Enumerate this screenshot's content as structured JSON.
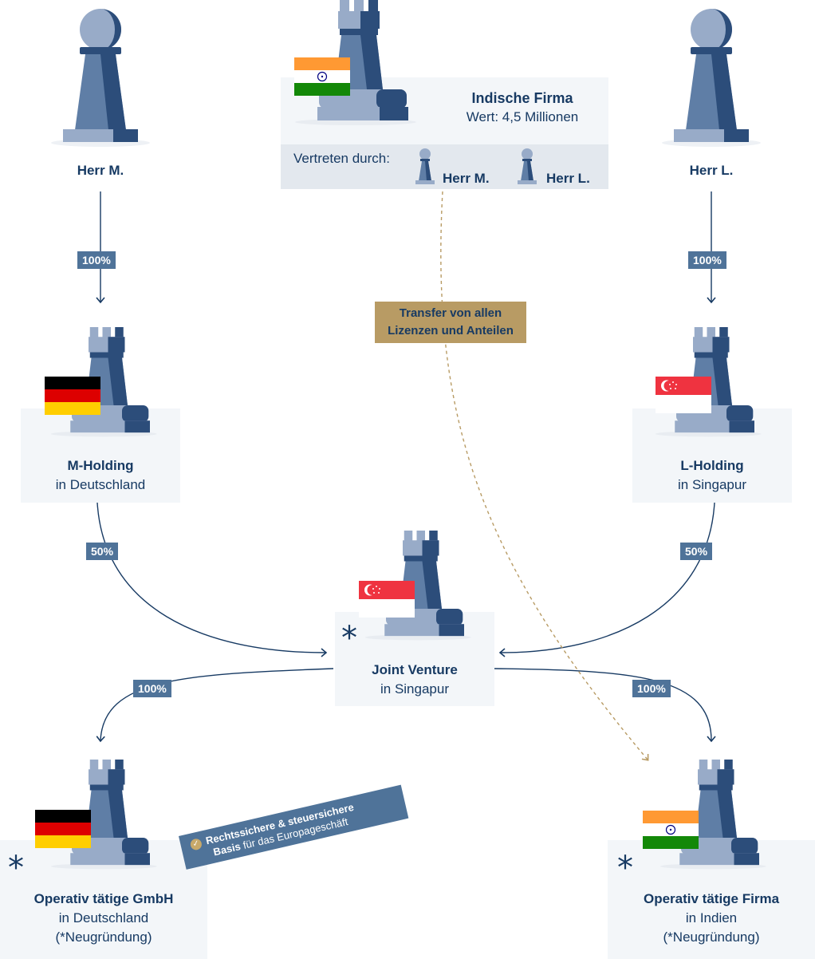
{
  "colors": {
    "navy": "#173a63",
    "piece_light": "#98abc8",
    "piece_mid": "#5f7ea6",
    "piece_dark": "#2c4d7a",
    "badge": "#4f7399",
    "gold": "#b89b64",
    "panel": "#f3f6f9"
  },
  "persons": {
    "herr_m": {
      "label": "Herr M."
    },
    "herr_l": {
      "label": "Herr L."
    }
  },
  "indische_firma": {
    "title": "Indische Firma",
    "value": "Wert: 4,5 Millionen",
    "represented_by": "Vertreten durch:",
    "rep1": "Herr M.",
    "rep2": "Herr L."
  },
  "holdings": {
    "m": {
      "title": "M-Holding",
      "sub": "in Deutschland",
      "flag": "germany-flag"
    },
    "l": {
      "title": "L-Holding",
      "sub": "in Singapur",
      "flag": "singapore-flag"
    }
  },
  "joint_venture": {
    "title": "Joint Venture",
    "sub": "in Singapur",
    "flag": "singapore-flag",
    "marker": "*"
  },
  "gmbh": {
    "title": "Operativ tätige GmbH",
    "sub1": "in Deutschland",
    "sub2": "(*Neugründung)",
    "marker": "*"
  },
  "firma_indien": {
    "title": "Operativ tätige Firma",
    "sub1": "in Indien",
    "sub2": "(*Neugründung)",
    "marker": "*"
  },
  "percentages": {
    "m_to_holding": "100%",
    "l_to_holding": "100%",
    "m_holding_to_jv": "50%",
    "l_holding_to_jv": "50%",
    "jv_to_gmbh": "100%",
    "jv_to_firma": "100%"
  },
  "transfer": {
    "line1": "Transfer von allen",
    "line2": "Lizenzen und Anteilen"
  },
  "banner": {
    "bold1": "Rechtssichere & steuersichere",
    "bold2": "Basis",
    "rest": " für das Europageschäft"
  }
}
